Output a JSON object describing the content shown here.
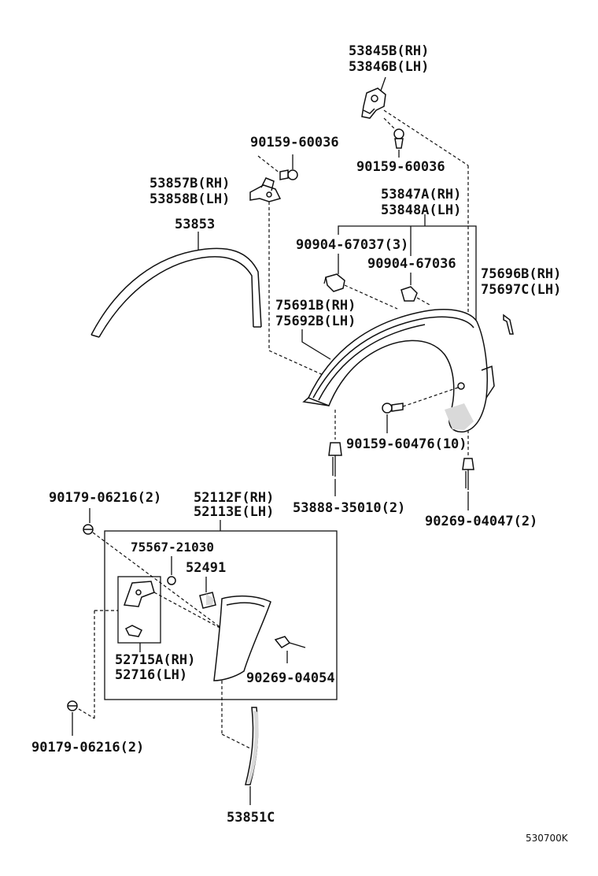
{
  "labels": {
    "p53845b": "53845B(RH)",
    "p53846b": "53846B(LH)",
    "p90159_60036_a": "90159-60036",
    "p90159_60036_b": "90159-60036",
    "p53857b": "53857B(RH)",
    "p53858b": "53858B(LH)",
    "p53847a": "53847A(RH)",
    "p53848a": "53848A(LH)",
    "p53853": "53853",
    "p90904_67037": "90904-67037(3)",
    "p90904_67036": "90904-67036",
    "p75696b": "75696B(RH)",
    "p75697c": "75697C(LH)",
    "p75691b": "75691B(RH)",
    "p75692b": "75692B(LH)",
    "p90159_60476": "90159-60476(10)",
    "p53888_35010": "53888-35010(2)",
    "p90269_04047": "90269-04047(2)",
    "p90179_06216_a": "90179-06216(2)",
    "p52112f": "52112F(RH)",
    "p52113e": "52113E(LH)",
    "p75567_21030": "75567-21030",
    "p52491": "52491",
    "p52715a": "52715A(RH)",
    "p52716": "52716(LH)",
    "p90269_04054": "90269-04054",
    "p90179_06216_b": "90179-06216(2)",
    "p53851c": "53851C",
    "diagram_code": "530700K"
  }
}
